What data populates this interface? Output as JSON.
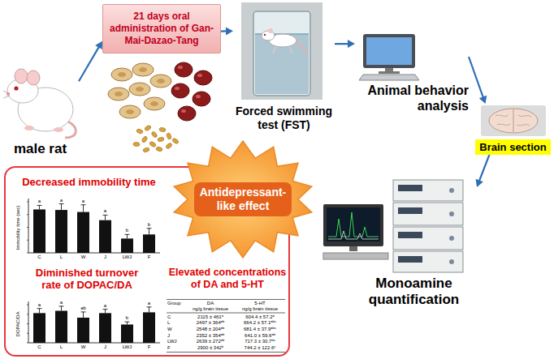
{
  "diagram": {
    "nodes": [
      {
        "text": [
          "male rat"
        ]
      },
      {
        "text": [
          "21 days oral administration of Gan-Mai-Dazao-Tang"
        ]
      },
      {
        "text": [
          "Forced swimming test (FST)"
        ]
      },
      {
        "text": [
          "Animal behavior analysis"
        ]
      },
      {
        "text": [
          "Brain section"
        ]
      },
      {
        "text": [
          "Monoamine quantification"
        ]
      },
      {
        "text": [
          "Decreased immobility time",
          "Diminished turnover rate of DOPAC/DA",
          "Elevated concentrations of DA and 5-HT"
        ]
      },
      {
        "text": [
          "Antidepressant-like effect"
        ]
      }
    ],
    "edges": [
      {
        "from": 0,
        "to": 1,
        "arrow": "to"
      },
      {
        "from": 1,
        "to": 2,
        "arrow": "to"
      },
      {
        "from": 2,
        "to": 3,
        "arrow": "to"
      },
      {
        "from": 3,
        "to": 4,
        "arrow": "to"
      },
      {
        "from": 4,
        "to": 5,
        "arrow": "to"
      }
    ],
    "labels": [
      "Immobility time (sec)",
      "C",
      "L",
      "W",
      "J",
      "LWJ",
      "F",
      "a",
      "a",
      "a",
      "a",
      "b",
      "b",
      "DOPAC/DA",
      "C",
      "L",
      "W",
      "J",
      "LWJ",
      "F",
      "a",
      "a",
      "ab",
      "a",
      "b",
      "a",
      "Group",
      "DA",
      "5-HT",
      "ng/g brain tissue",
      "ng/g brain tissue",
      "C",
      "2115 ± 461ᵃ",
      "604.4 ± 57.2ᵃ",
      "L",
      "2497 ± 364ᵃᵇ",
      "664.2 ± 57.1ᵃᵇᶜ",
      "W",
      "2548 ± 204ᵃᵇ",
      "681.4 ± 37.9ᵃᵇᶜ",
      "J",
      "2352 ± 354ᵃᵇ",
      "641.0 ± 59.6ᵃᵇ",
      "LWJ",
      "2639 ± 272ᵃᵇ",
      "717.3 ± 30.7ᵇᶜ",
      "F",
      "2900 ± 342ᵇ",
      "744.2 ± 122.6ᶜ"
    ]
  }
}
